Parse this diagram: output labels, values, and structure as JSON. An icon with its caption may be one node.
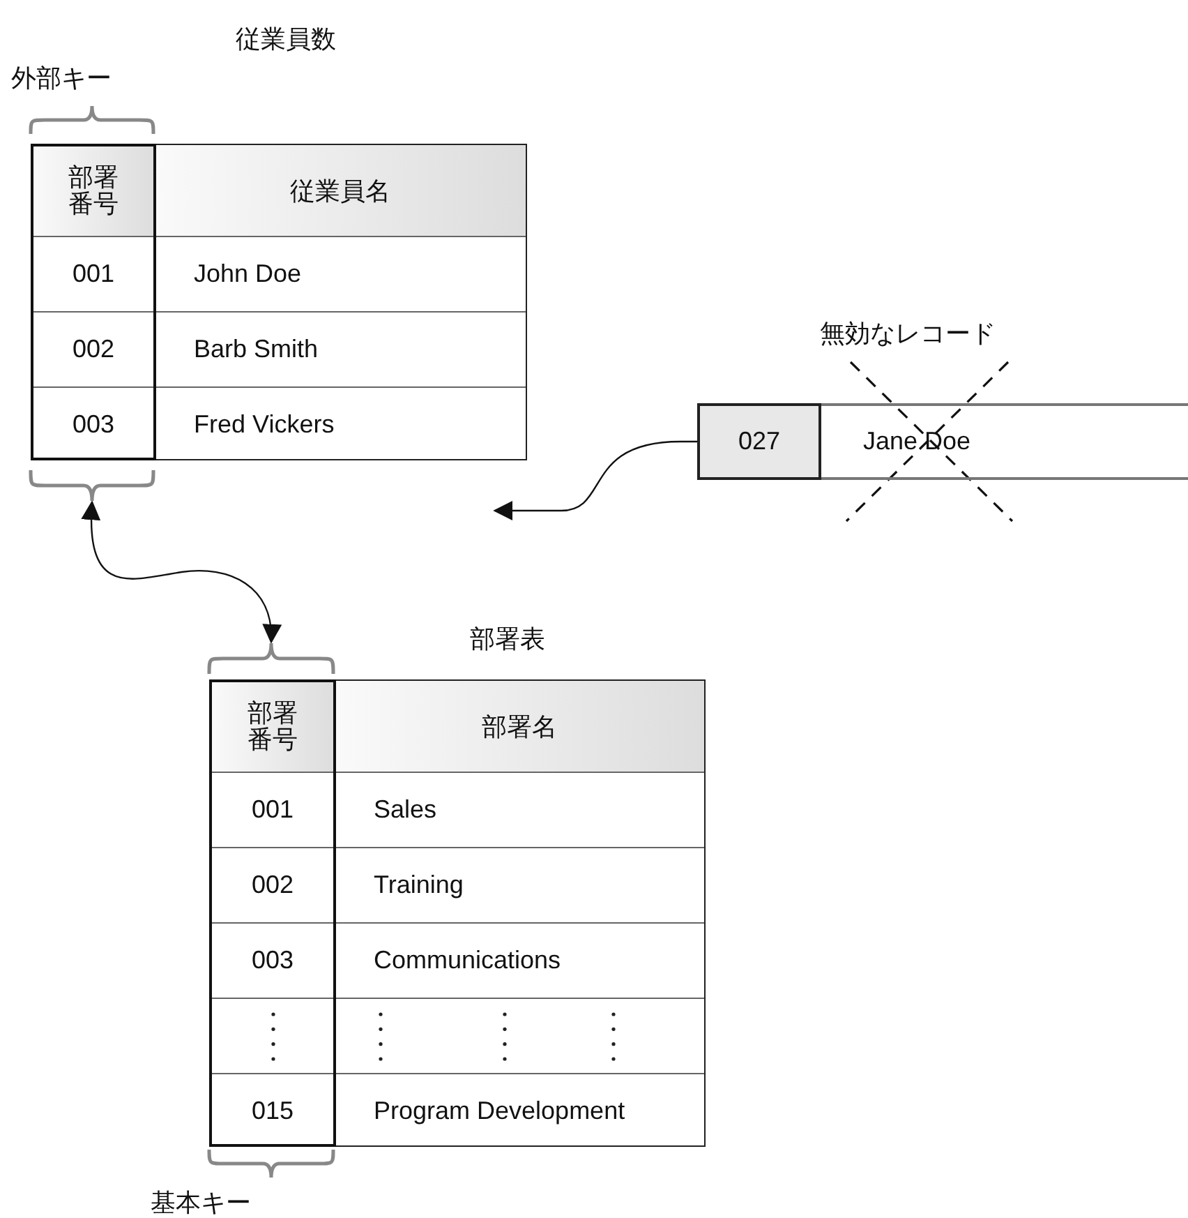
{
  "diagram": {
    "nodes": [
      {
        "text": [
          "従業員数"
        ]
      },
      {
        "text": [],
        "shape": "bracket"
      },
      {
        "text": [
          "部署表"
        ]
      },
      {
        "text": [],
        "shape": "bracket"
      },
      {
        "text": [
          "無効なレコード",
          "027",
          "Jane Doe"
        ]
      }
    ],
    "edges": [
      {
        "from": 1,
        "to": 3,
        "arrow": "both"
      },
      {
        "from": 4,
        "to": null,
        "arrow": "to"
      }
    ],
    "labels": [
      "外部キー",
      "部署番号",
      "従業員名",
      "001",
      "John Doe",
      "002",
      "Barb Smith",
      "003",
      "Fred Vickers",
      "部署番号",
      "部署名",
      "001",
      "Sales",
      "002",
      "Training",
      "003",
      "Communications",
      "015",
      "Program Development",
      "基本キー"
    ]
  }
}
